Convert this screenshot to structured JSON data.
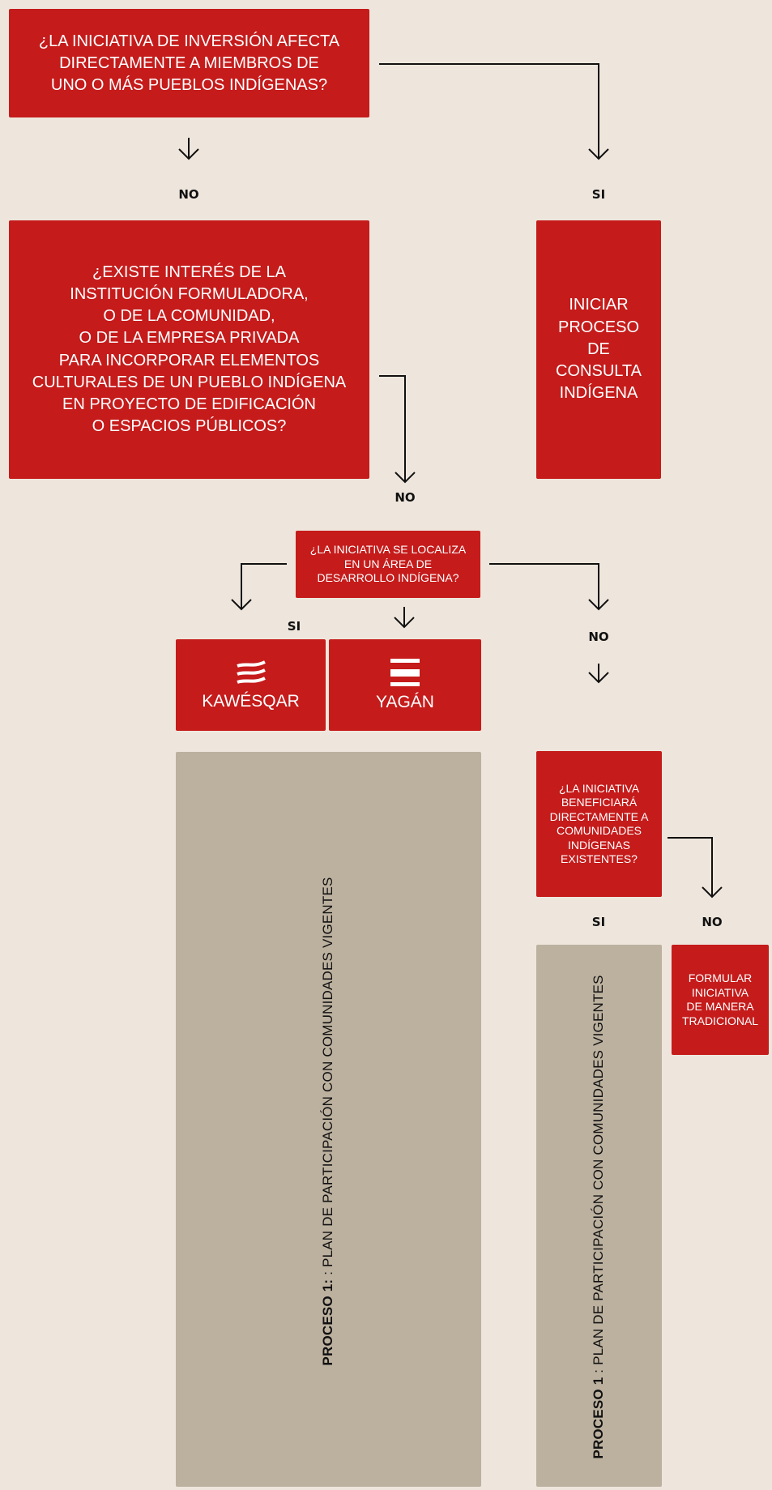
{
  "q1": "¿LA INICIATIVA DE INVERSIÓN AFECTA\nDIRECTAMENTE A MIEMBROS DE\nUNO O MÁS PUEBLOS INDÍGENAS?",
  "q1_no": "NO",
  "q1_si": "SI",
  "q2": "¿EXISTE INTERÉS DE LA\nINSTITUCIÓN FORMULADORA,\nO DE LA COMUNIDAD,\nO DE LA EMPRESA PRIVADA\nPARA INCORPORAR ELEMENTOS\nCULTURALES DE UN PUEBLO INDÍGENA\nEN PROYECTO DE EDIFICACIÓN\nO ESPACIOS PÚBLICOS?",
  "consulta": "INICIAR\nPROCESO\nDE\nCONSULTA\nINDÍGENA",
  "q2_no": "NO",
  "q3": "¿LA INICIATIVA SE LOCALIZA\nEN UN ÁREA DE\nDESARROLLO INDÍGENA?",
  "q3_si": "SI",
  "q3_no": "NO",
  "peoples": [
    {
      "name": "KAWÉSQAR",
      "icon": "waves-icon"
    },
    {
      "name": "YAGÁN",
      "icon": "bars-icon"
    }
  ],
  "process_left": {
    "bold": "PROCESO 1:",
    "text": " : PLAN DE PARTICIPACIÓN CON COMUNIDADES VIGENTES"
  },
  "q4": "¿LA INICIATIVA\nBENEFICIARÁ\nDIRECTAMENTE A\nCOMUNIDADES\nINDÍGENAS\nEXISTENTES?",
  "q4_si": "SI",
  "q4_no": "NO",
  "process_right": {
    "bold": "PROCESO 1",
    "text": "  : PLAN DE PARTICIPACIÓN CON COMUNIDADES VIGENTES"
  },
  "traditional": "FORMULAR\nINICIATIVA\nDE MANERA\nTRADICIONAL",
  "colors": {
    "red": "#c51b1b",
    "gray": "#bcb19f",
    "background": "#eee6dc"
  }
}
